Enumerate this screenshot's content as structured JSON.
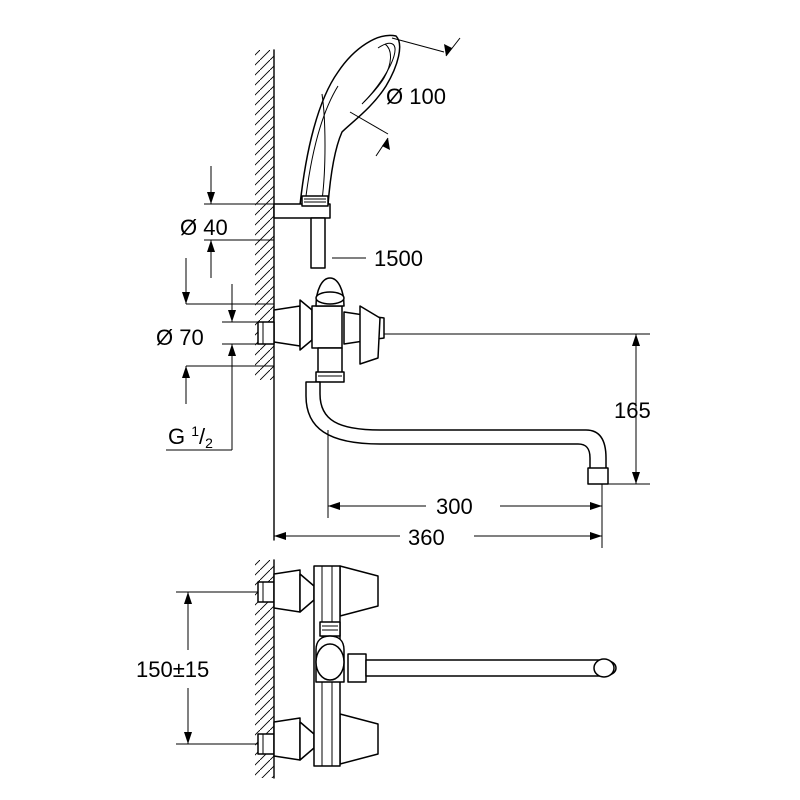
{
  "dimensions": {
    "shower_head_diameter": "Ø 100",
    "holder_diameter": "Ø 40",
    "hose_length": "1500",
    "rosette_diameter": "Ø 70",
    "thread_prefix": "G ",
    "thread_num": "1",
    "thread_den": "2",
    "spout_height": "165",
    "spout_reach": "300",
    "overall_depth": "360",
    "inlet_centres": "150±15"
  },
  "colors": {
    "line": "#000000",
    "background": "#ffffff"
  }
}
